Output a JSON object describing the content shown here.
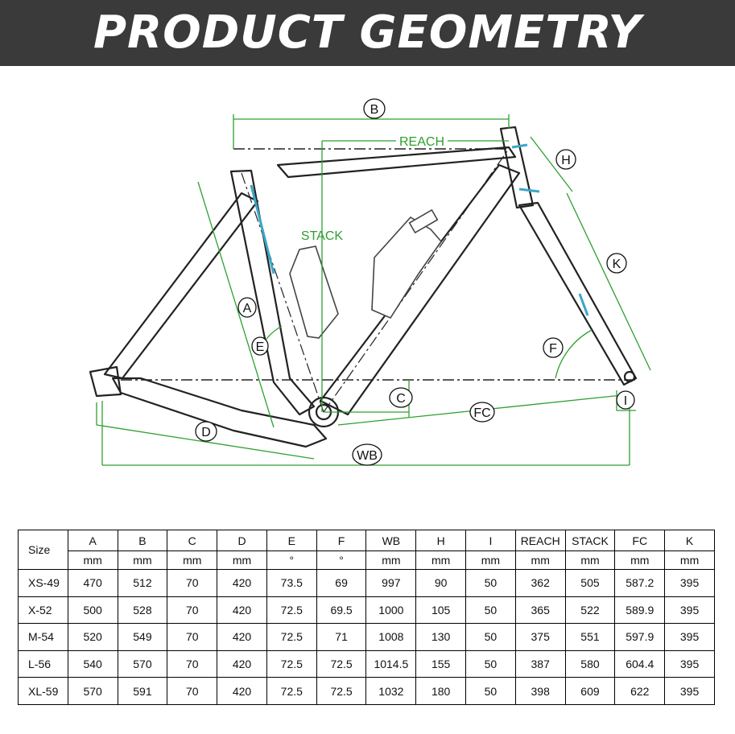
{
  "header": {
    "title": "PRODUCT GEOMETRY"
  },
  "diagram": {
    "labels": {
      "A": "A",
      "B": "B",
      "C": "C",
      "D": "D",
      "E": "E",
      "F": "F",
      "FC": "FC",
      "WB": "WB",
      "H": "H",
      "I": "I",
      "K": "K",
      "REACH": "REACH",
      "STACK": "STACK"
    },
    "colors": {
      "dimension": "#2ea02e",
      "frame": "#222222",
      "accent": "#3aa6c8"
    }
  },
  "table": {
    "size_header": "Size",
    "columns": [
      "A",
      "B",
      "C",
      "D",
      "E",
      "F",
      "WB",
      "H",
      "I",
      "REACH",
      "STACK",
      "FC",
      "K"
    ],
    "units": [
      "mm",
      "mm",
      "mm",
      "mm",
      "°",
      "°",
      "mm",
      "mm",
      "mm",
      "mm",
      "mm",
      "mm",
      "mm"
    ],
    "rows": [
      {
        "size": "XS-49",
        "values": [
          "470",
          "512",
          "70",
          "420",
          "73.5",
          "69",
          "997",
          "90",
          "50",
          "362",
          "505",
          "587.2",
          "395"
        ]
      },
      {
        "size": "X-52",
        "values": [
          "500",
          "528",
          "70",
          "420",
          "72.5",
          "69.5",
          "1000",
          "105",
          "50",
          "365",
          "522",
          "589.9",
          "395"
        ]
      },
      {
        "size": "M-54",
        "values": [
          "520",
          "549",
          "70",
          "420",
          "72.5",
          "71",
          "1008",
          "130",
          "50",
          "375",
          "551",
          "597.9",
          "395"
        ]
      },
      {
        "size": "L-56",
        "values": [
          "540",
          "570",
          "70",
          "420",
          "72.5",
          "72.5",
          "1014.5",
          "155",
          "50",
          "387",
          "580",
          "604.4",
          "395"
        ]
      },
      {
        "size": "XL-59",
        "values": [
          "570",
          "591",
          "70",
          "420",
          "72.5",
          "72.5",
          "1032",
          "180",
          "50",
          "398",
          "609",
          "622",
          "395"
        ]
      }
    ]
  }
}
